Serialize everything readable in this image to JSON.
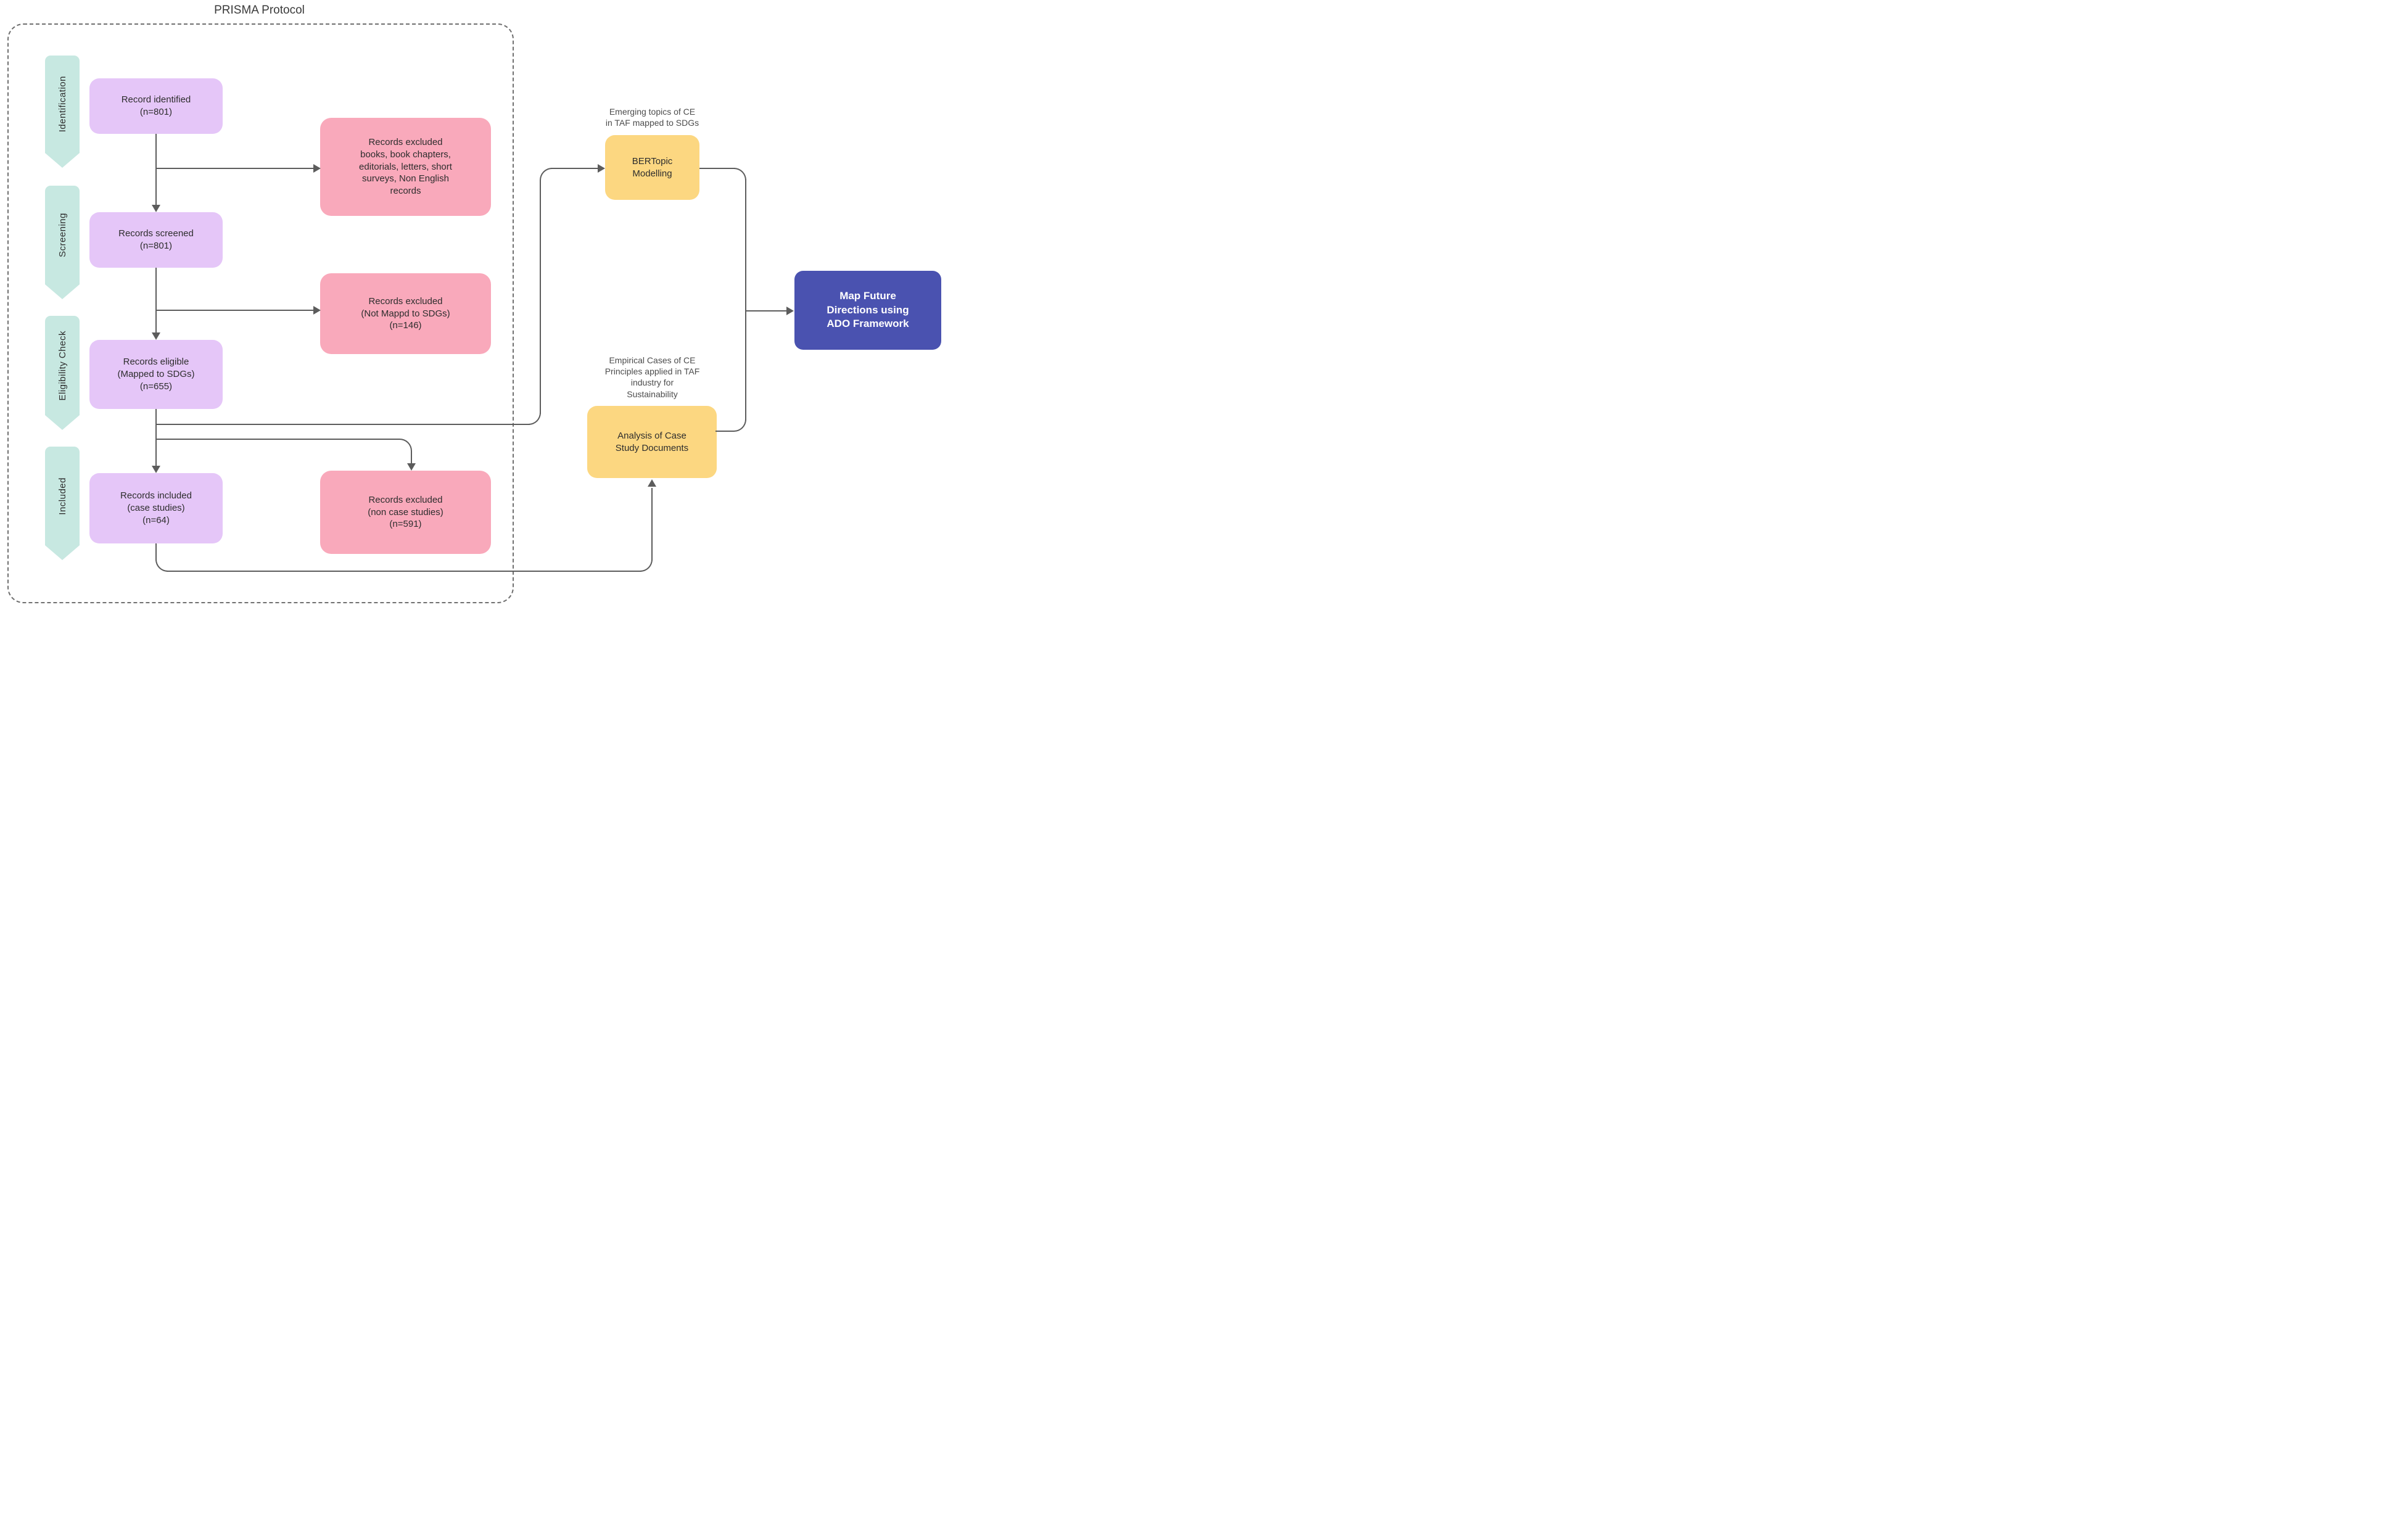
{
  "title": "PRISMA Protocol",
  "stages": [
    {
      "label": "Identification"
    },
    {
      "label": "Screening"
    },
    {
      "label": "Eligibility Check"
    },
    {
      "label": "Included"
    }
  ],
  "process_boxes": [
    {
      "text": "Record identified\n(n=801)"
    },
    {
      "text": "Records screened\n(n=801)"
    },
    {
      "text": "Records eligible\n(Mapped to SDGs)\n(n=655)"
    },
    {
      "text": "Records included\n(case studies)\n(n=64)"
    }
  ],
  "excluded_boxes": [
    {
      "text": "Records excluded\nbooks, book chapters,\neditorials, letters, short\nsurveys, Non English\nrecords"
    },
    {
      "text": "Records excluded\n(Not Mappd to SDGs)\n(n=146)"
    },
    {
      "text": "Records excluded\n(non case studies)\n(n=591)"
    }
  ],
  "analysis": {
    "bertopic_caption": "Emerging topics of CE\nin TAF mapped to SDGs",
    "bertopic_box": "BERTopic\nModelling",
    "case_caption": "Empirical Cases of CE\nPrinciples applied in TAF\nindustry for\nSustainability",
    "case_box": "Analysis of Case\nStudy Documents"
  },
  "outcome_box": {
    "text": "Map Future\nDirections using\nADO Framework"
  },
  "colors": {
    "stage_label": "#c7e8e1",
    "process_box": "#e5c6f8",
    "excluded_box": "#f9a9bb",
    "analysis_box": "#fcd781",
    "outcome_box": "#4a52b0",
    "connector": "#5c5c5c"
  }
}
